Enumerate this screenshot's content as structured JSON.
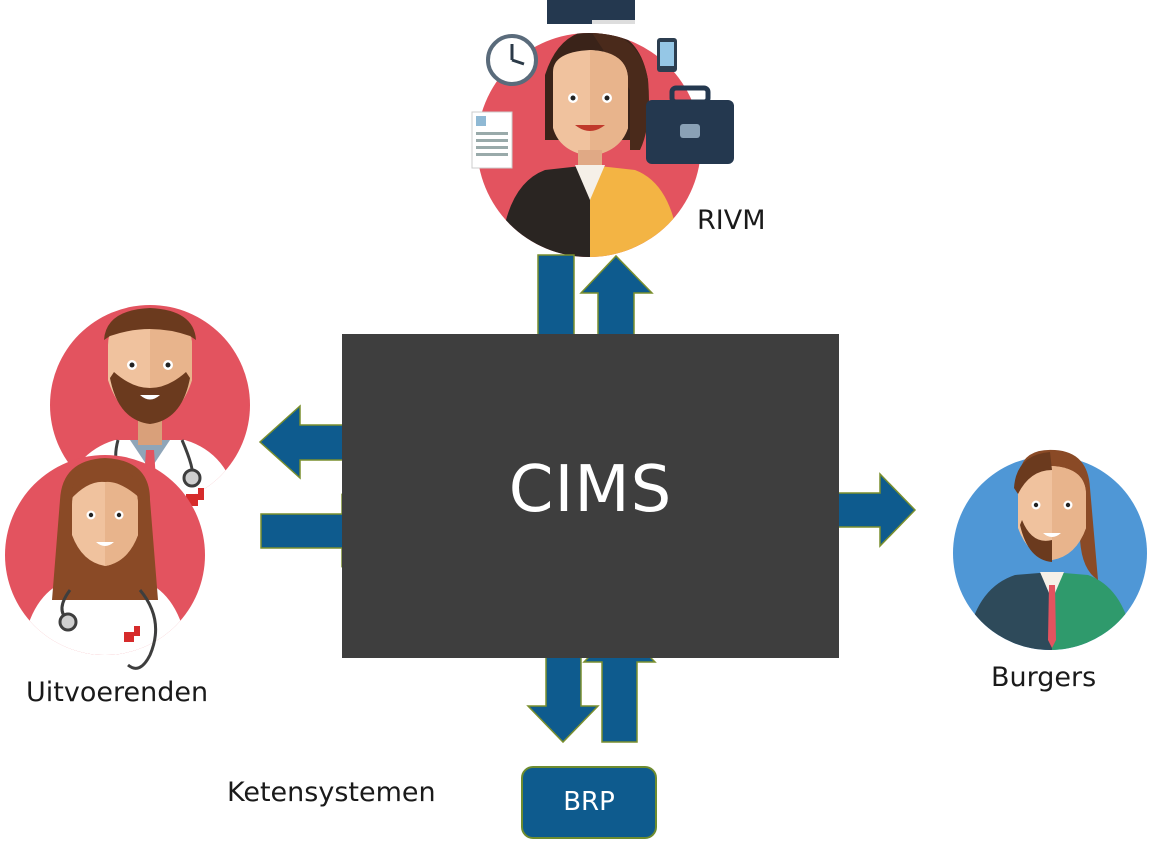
{
  "central": {
    "label": "CIMS"
  },
  "actors": {
    "rivm": {
      "label": "RIVM"
    },
    "uitvoerenden": {
      "label": "Uitvoerenden"
    },
    "burgers": {
      "label": "Burgers"
    },
    "ketensystemen": {
      "label": "Ketensystemen"
    }
  },
  "brp": {
    "label": "BRP"
  },
  "colors": {
    "central_box": "#3e3e3e",
    "arrow_fill": "#0e5b8e",
    "arrow_stroke": "#7a8f2e",
    "circle_red": "#e3535f",
    "circle_blue": "#4f97d6"
  }
}
